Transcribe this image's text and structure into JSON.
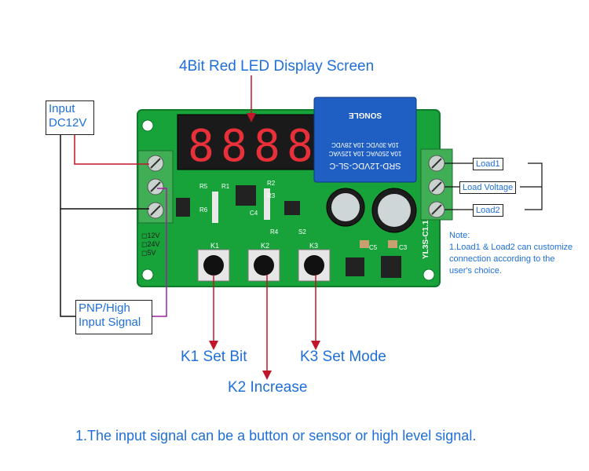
{
  "title": "4Bit Red LED Display Screen",
  "input_label_line1": "Input",
  "input_label_line2": "DC12V",
  "signal_label_line1": "PNP/High",
  "signal_label_line2": "Input Signal",
  "k1_caption": "K1 Set Bit",
  "k2_caption": "K2 Increase",
  "k3_caption": "K3 Set Mode",
  "load1_label": "Load1",
  "load_voltage_label": "Load Voltage",
  "load2_label": "Load2",
  "note_title": "Note:",
  "note_body": "1.Load1 & Load2 can customize connection according to the user's choice.",
  "footer_text": "1.The input signal can be a button or sensor or high level signal.",
  "board": {
    "relay_model": "SRD-12VDC-SL-C",
    "relay_lines": [
      "10A 250VAC  10A 125VAC",
      "10A 30VDC  10A 28VDC"
    ],
    "relay_brand": "SONGLE",
    "board_id": "YL3S-C1.1",
    "display_digits": "8888",
    "jumper_labels": [
      "12V",
      "24V",
      "5V"
    ],
    "button_labels": [
      "K1",
      "K2",
      "K3"
    ],
    "component_labels": [
      "R5",
      "R1",
      "R2",
      "R3",
      "R4",
      "R6",
      "C4",
      "S2",
      "C5",
      "C3"
    ]
  },
  "colors": {
    "pcb": "#17a23a",
    "pcb_dark": "#0f7a2a",
    "relay": "#1f5fc4",
    "terminal": "#3fae55",
    "callout_red": "#c0152a",
    "callout_black": "#111111",
    "callout_purple": "#a020a0",
    "text_blue": "#1e6fd9"
  }
}
